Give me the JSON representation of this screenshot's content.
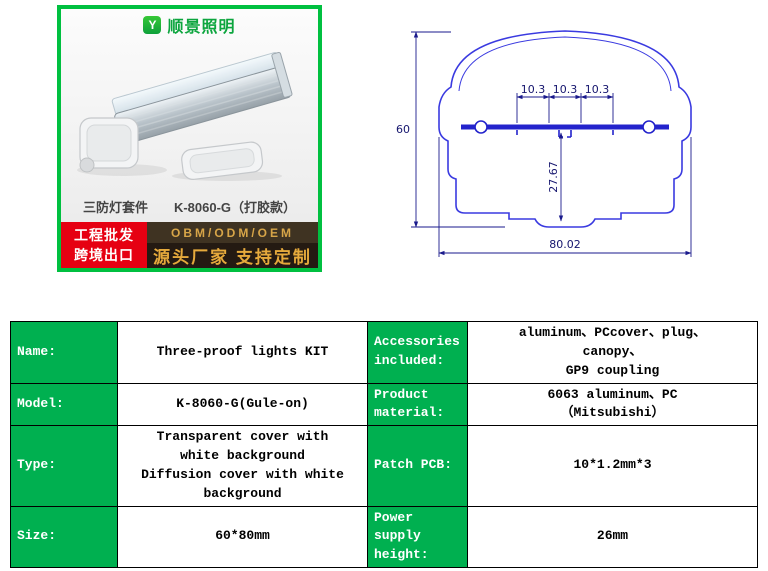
{
  "card": {
    "brand": "顺景照明",
    "brand_initial": "Y",
    "caption_product": "三防灯套件",
    "caption_model": "K-8060-G（打胶款）",
    "badge_line1": "工程批发",
    "badge_line2": "跨境出口",
    "oem_line": "OBM/ODM/OEM",
    "slogan": "源头厂家 支持定制"
  },
  "drawing": {
    "dim_top_1": "10.3",
    "dim_top_2": "10.3",
    "dim_top_3": "10.3",
    "dim_left": "60",
    "dim_mid": "27.67",
    "dim_bottom": "80.02"
  },
  "table": {
    "rows": [
      {
        "label_l": "Name:",
        "value_l": "Three-proof lights KIT",
        "label_r": "Accessories included:",
        "value_r": "aluminum、PCcover、plug、\ncanopy、\nGP9 coupling"
      },
      {
        "label_l": "Model:",
        "value_l": "K-8060-G(Gule-on)",
        "label_r": "Product material:",
        "value_r": "6063 aluminum、PC\n（Mitsubishi）"
      },
      {
        "label_l": "Type:",
        "value_l": "Transparent cover with\nwhite background\nDiffusion cover with white\nbackground",
        "label_r": "Patch PCB:",
        "value_r": "10*1.2mm*3"
      },
      {
        "label_l": "Size:",
        "value_l": "60*80mm",
        "label_r": "Power supply height:",
        "value_r": "26mm"
      }
    ]
  },
  "colors": {
    "label_green": "#00B050",
    "card_border_green": "#00c040",
    "badge_red": "#e60012",
    "gold": "#d7a548",
    "drawing_blue": "#3a3ae0"
  }
}
